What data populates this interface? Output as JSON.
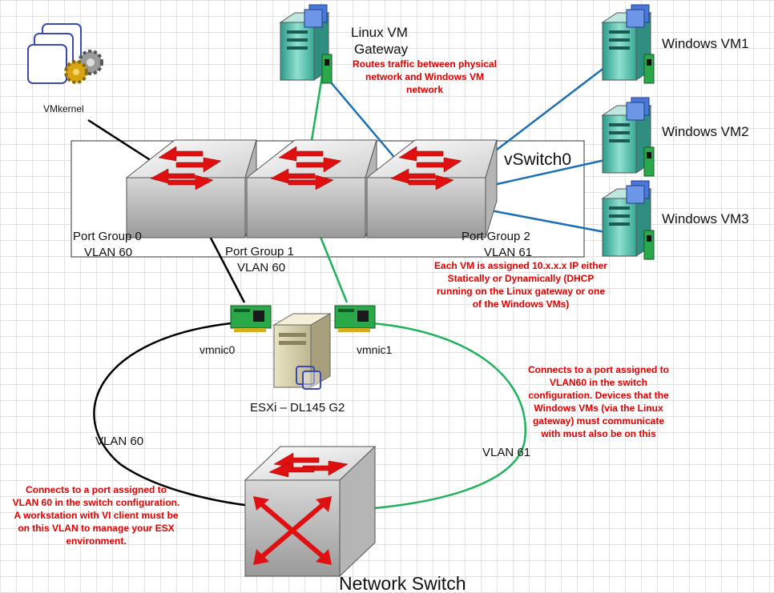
{
  "colors": {
    "black_link": "#000000",
    "green_link": "#1db35a",
    "blue_link": "#1d6fb3",
    "note_text": "#e00000"
  },
  "labels": {
    "vmkernel": "VMkernel",
    "linux_vm": "Linux VM",
    "linux_vm_line2": "Gateway",
    "win_vm1": "Windows VM1",
    "win_vm2": "Windows VM2",
    "win_vm3": "Windows VM3",
    "vswitch": "vSwitch0",
    "pg0": "Port Group 0",
    "pg0_vlan": "VLAN 60",
    "pg1": "Port Group 1",
    "pg1_vlan": "VLAN 60",
    "pg2": "Port Group 2",
    "pg2_vlan": "VLAN 61",
    "vmnic0": "vmnic0",
    "vmnic1": "vmnic1",
    "esxi": "ESXi – DL145 G2",
    "link_vlan60": "VLAN 60",
    "link_vlan61": "VLAN 61",
    "network_switch": "Network Switch"
  },
  "notes": {
    "gateway": [
      "Routes traffic between physical",
      "network and  Windows VM",
      "network"
    ],
    "ip": [
      "Each VM is assigned 10.x.x.x IP either",
      "Statically or Dynamically (DHCP",
      "running on the Linux gateway or one",
      "of the Windows VMs)"
    ],
    "vlan60_right": [
      "Connects to a port assigned to",
      "VLAN60 in the switch",
      "configuration. Devices that the",
      "Windows VMs (via the Linux",
      "gateway) must communicate",
      "with must also be on this"
    ],
    "vlan60_left": [
      "Connects to a port assigned to",
      "VLAN 60 in the switch configuration.",
      "A workstation with VI client must be",
      "on this VLAN to manage your ESX",
      "environment."
    ]
  },
  "icons": [
    "vmkernel-icon",
    "server-icon",
    "switch-icon",
    "nic-icon",
    "esxi-host-icon",
    "network-switch-icon"
  ]
}
